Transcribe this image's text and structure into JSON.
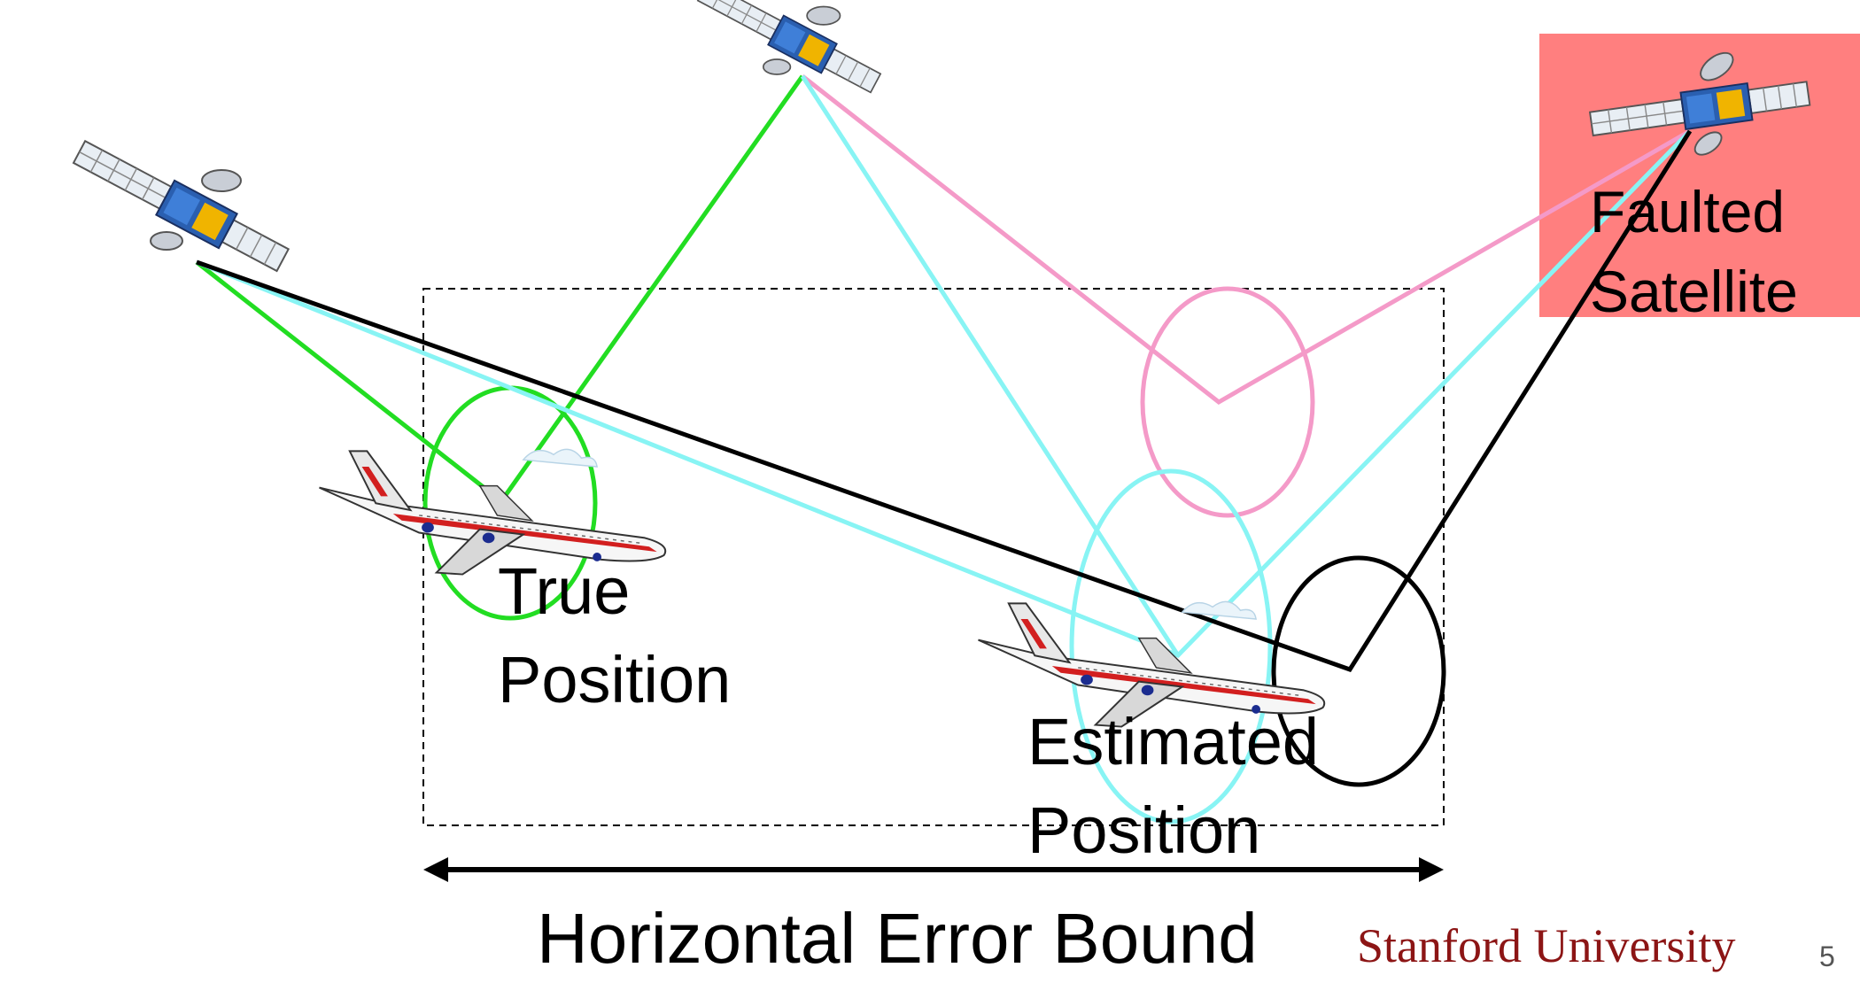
{
  "colors": {
    "green": "#22dd22",
    "cyan": "#88f4f4",
    "pink": "#f49ac8",
    "black": "#000000",
    "fault_box": "#ff7f7f",
    "stanford_red": "#8c1515"
  },
  "labels": {
    "faulted_satellite": [
      "Faulted",
      "Satellite"
    ],
    "true_position": [
      "True",
      "Position"
    ],
    "estimated_position": [
      "Estimated",
      "Position"
    ],
    "horizontal_error_bound": "Horizontal Error Bound"
  },
  "icons": [
    "satellite-icon",
    "satellite-icon",
    "satellite-icon",
    "airplane-icon",
    "airplane-icon"
  ],
  "footer": {
    "logo_text": "Stanford University",
    "page_number": "5"
  }
}
